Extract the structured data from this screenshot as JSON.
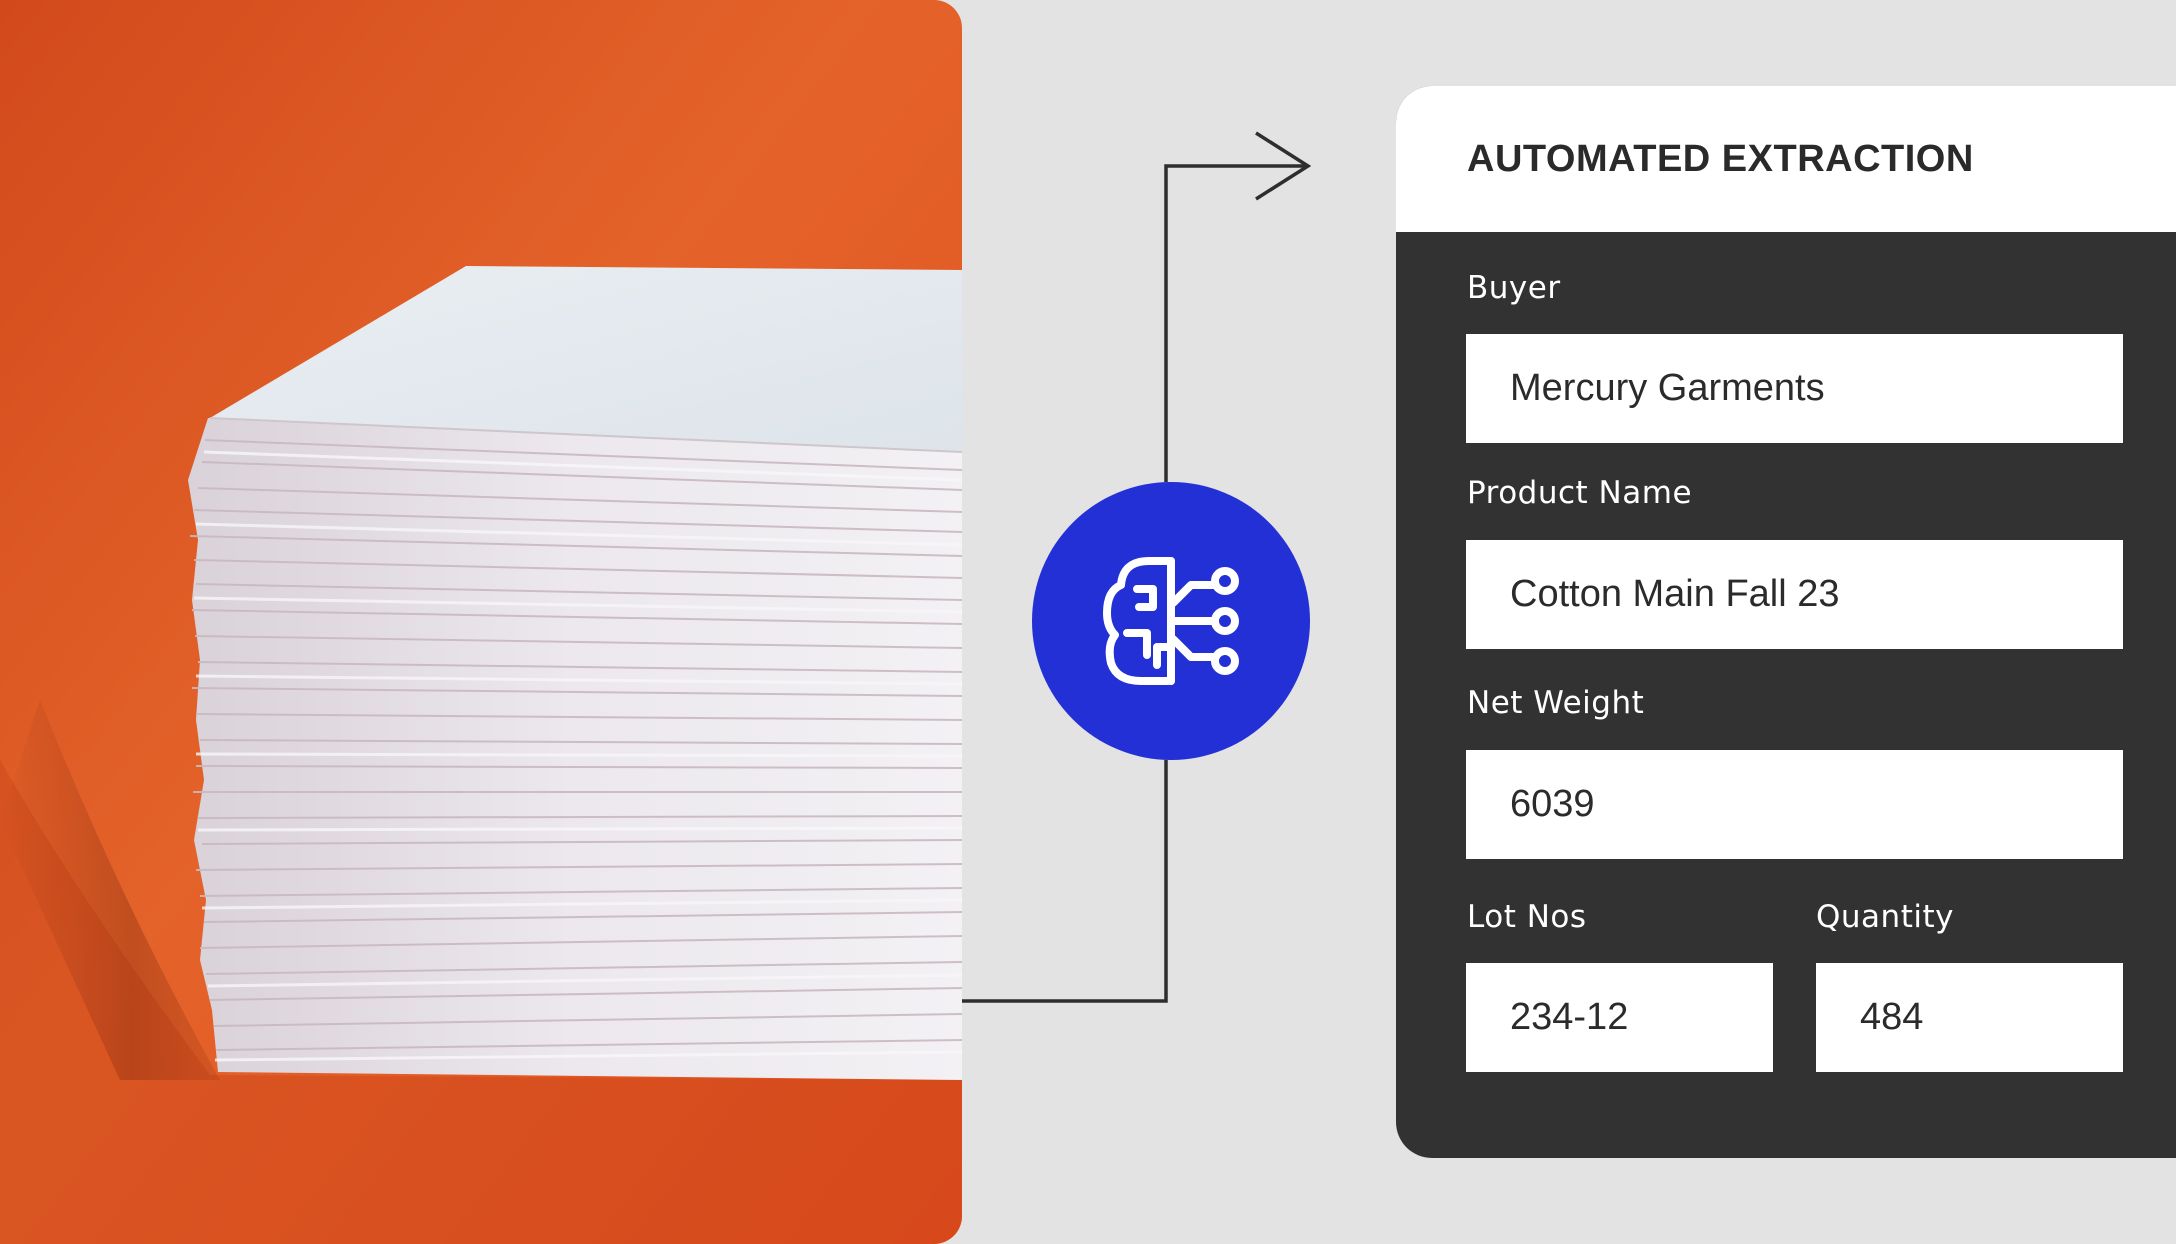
{
  "card": {
    "title": "AUTOMATED EXTRACTION",
    "fields": [
      {
        "label": "Buyer",
        "value": "Mercury Garments"
      },
      {
        "label": "Product Name",
        "value": "Cotton Main Fall 23"
      },
      {
        "label": "Net Weight",
        "value": "6039"
      },
      {
        "label": "Lot Nos",
        "value": "234-12"
      },
      {
        "label": "Quantity",
        "value": "484"
      }
    ]
  },
  "icons": {
    "hub": "ai-brain-circuit-icon",
    "arrow": "arrow-right-icon"
  },
  "colors": {
    "background": "#e3e3e3",
    "photo_orange": "#e25a22",
    "ai_blue": "#2330d6",
    "card_dark": "#323232",
    "card_header": "#ffffff"
  }
}
